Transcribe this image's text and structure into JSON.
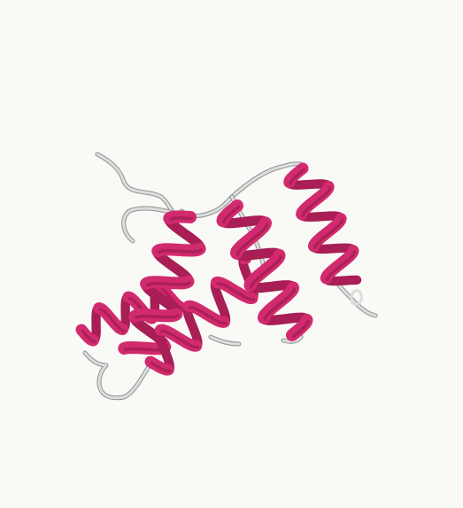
{
  "scene": {
    "background_color": "#f9f9f5",
    "representation": "cartoon",
    "helix_color": "#d22a6e",
    "helix_dark_color": "#a81e55",
    "coil_color": "#dcdede",
    "coil_outline_color": "#8f9193"
  },
  "elements": {
    "helix_count": 5,
    "coil_segment_count": 6
  }
}
